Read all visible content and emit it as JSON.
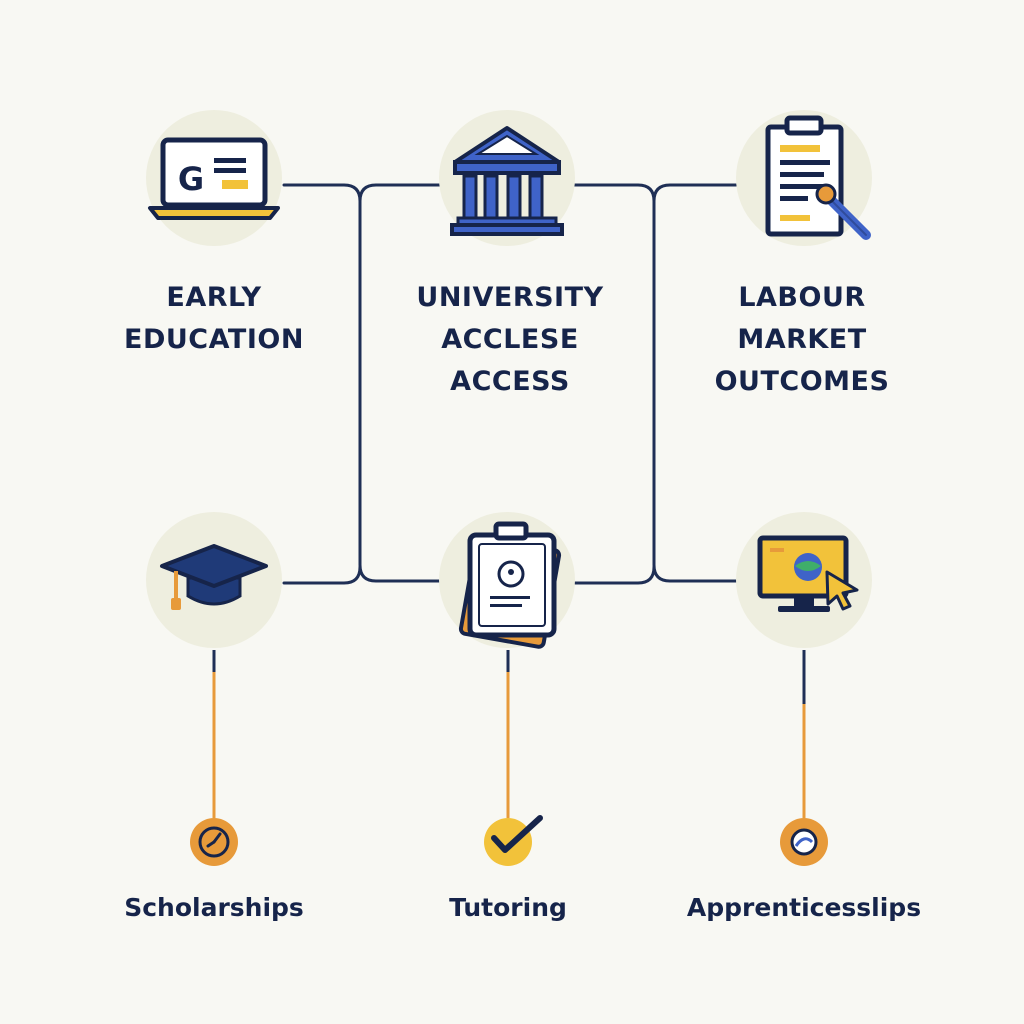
{
  "top_nodes": [
    {
      "icon": "laptop-icon",
      "lines": [
        "EARLY",
        "EDUCATION"
      ]
    },
    {
      "icon": "university-building-icon",
      "lines": [
        "UNIVERSITY",
        "ACCLESE",
        "ACCESS"
      ]
    },
    {
      "icon": "clipboard-pen-icon",
      "lines": [
        "LABOUR",
        "MARKET",
        "OUTCOMES"
      ]
    }
  ],
  "bottom_nodes": [
    {
      "icon": "graduation-cap-icon",
      "marker_icon": "clock-icon",
      "label": "Scholarships"
    },
    {
      "icon": "clipboard-document-icon",
      "marker_icon": "checkmark-icon",
      "label": "Tutoring"
    },
    {
      "icon": "monitor-cursor-icon",
      "marker_icon": "globe-icon",
      "label": "Apprenticesslips"
    }
  ],
  "laptop_screen_letter": "G",
  "colors": {
    "background": "#f8f8f3",
    "navy": "#16244a",
    "blue": "#3f63c8",
    "orange": "#e79a3a",
    "yellow": "#f2c23a",
    "circle": "#eeeedf"
  }
}
